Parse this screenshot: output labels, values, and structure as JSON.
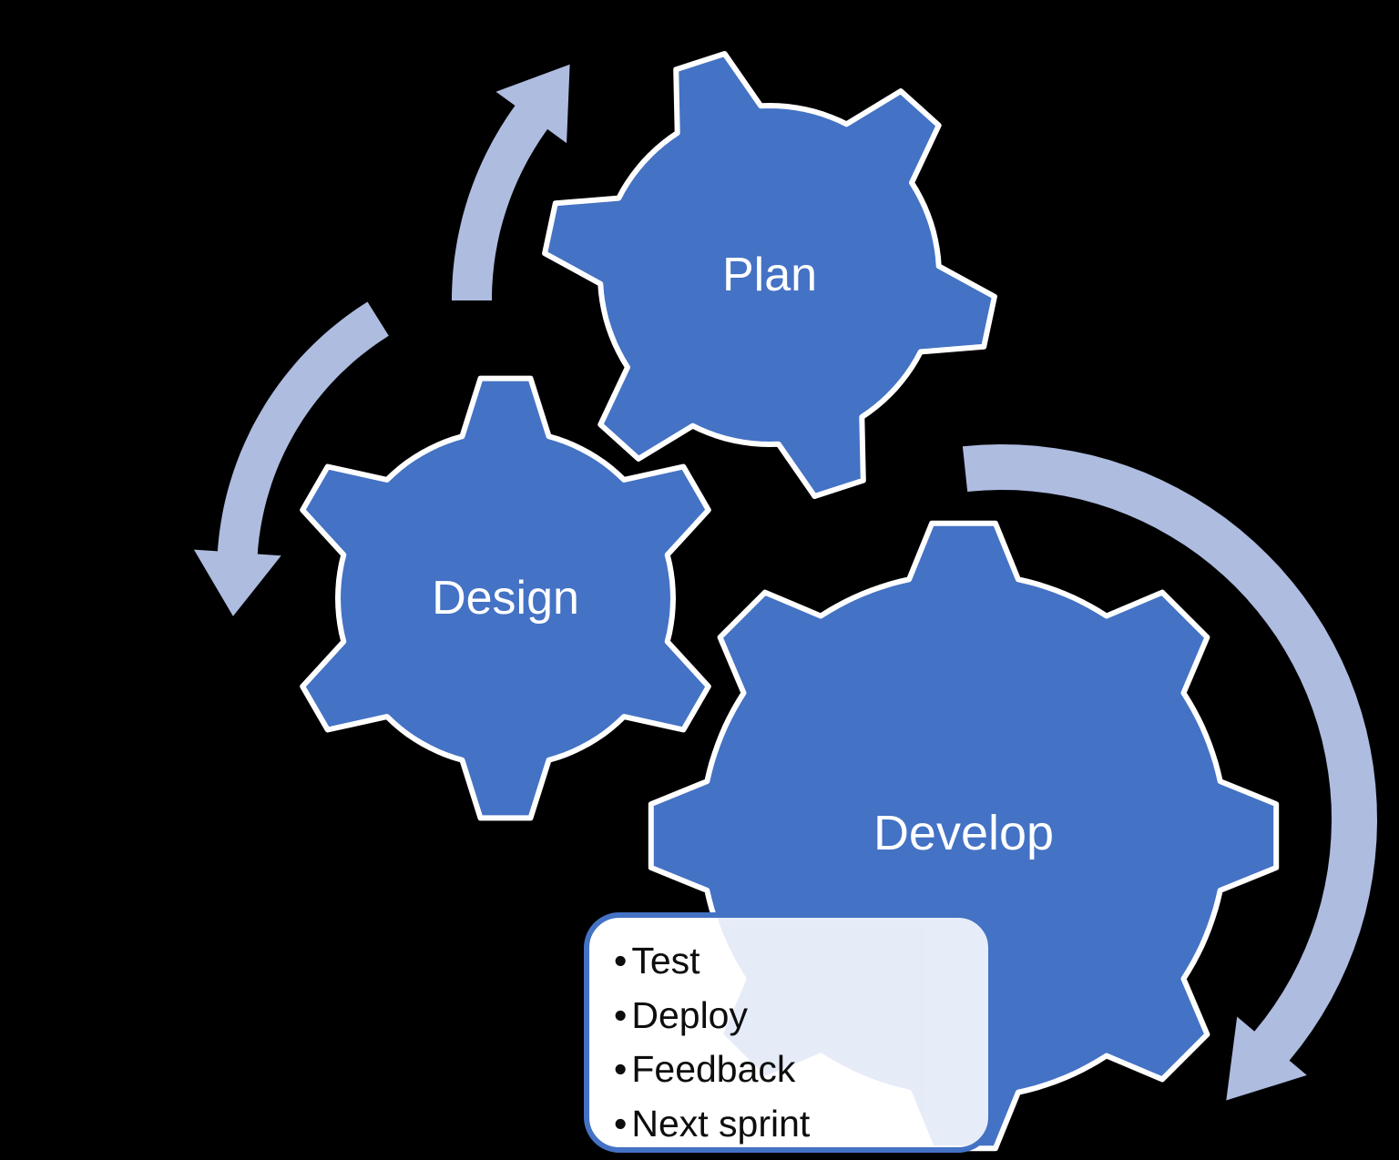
{
  "colors": {
    "background": "#000000",
    "gear_fill": "#4472C4",
    "gear_outline": "#FFFFFF",
    "arrow_fill": "#AEBCE0",
    "note_fill": "#FFFFFF",
    "note_border": "#4472C4",
    "note_text": "#0D0D0D",
    "label_text": "#FFFFFF"
  },
  "gears": [
    {
      "id": "plan",
      "label": "Plan"
    },
    {
      "id": "design",
      "label": "Design"
    },
    {
      "id": "develop",
      "label": "Develop"
    }
  ],
  "note": {
    "bullet": "•",
    "items": [
      "Test",
      "Deploy",
      "Feedback",
      "Next sprint"
    ]
  }
}
